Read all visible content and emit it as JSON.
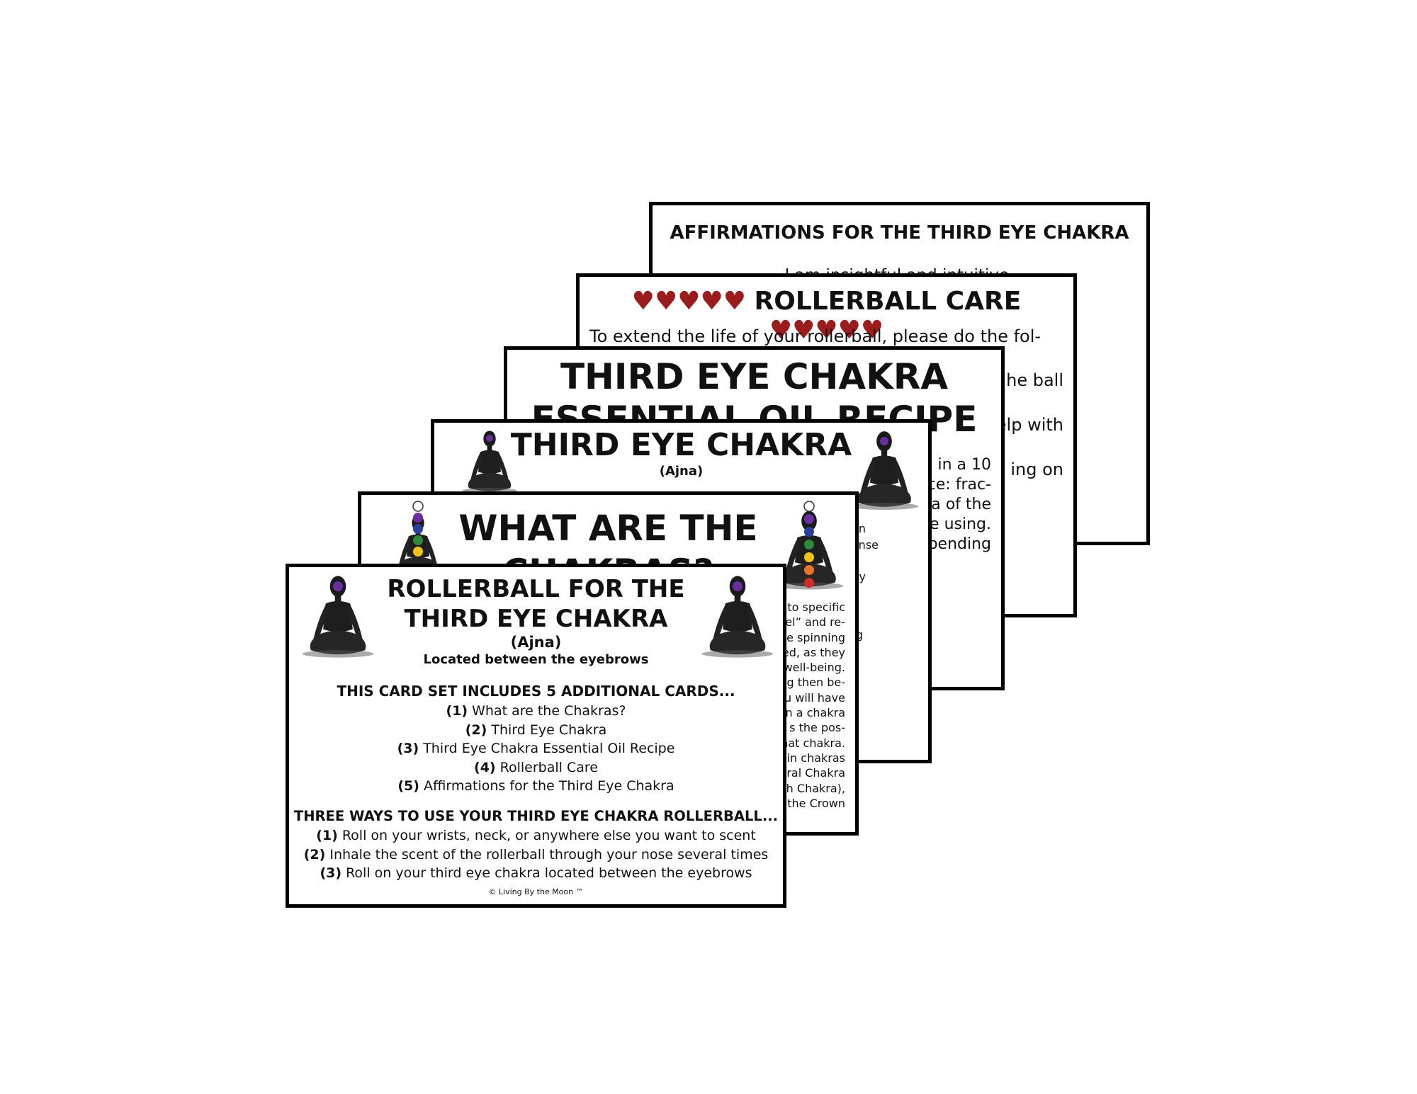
{
  "colors": {
    "heart": "#9b1c1c",
    "border": "#000000"
  },
  "card_affirmations": {
    "title": "AFFIRMATIONS FOR THE THIRD EYE CHAKRA",
    "first_line": "I am insightful and intuitive."
  },
  "card_rollerball_care": {
    "hearts_left": "♥♥♥♥♥",
    "title": "ROLLERBALL CARE",
    "hearts_right": "♥♥♥♥♥",
    "line1": "To extend the life of your rollerball, please do the fol-",
    "frag1": "he  ball",
    "frag2": "elp with",
    "frag3": "ing  on"
  },
  "card_recipe": {
    "title1": "THIRD EYE CHAKRA",
    "title2": "ESSENTIAL OIL RECIPE",
    "frag1": "l in a 10",
    "frag2": "ce: frac-",
    "frag3": "a of the",
    "frag4": "e using.",
    "frag5": "pending"
  },
  "card_third_eye": {
    "title": "THIRD EYE CHAKRA",
    "subtitle": "(Ajna)",
    "frag1": "on",
    "frag2": "nse",
    "frag3": "ry",
    "frag4": "g"
  },
  "card_chakras": {
    "title1": "WHAT ARE THE",
    "title2": "CHAKRAS?",
    "lines": [
      "to specific",
      "el” and re-",
      "e spinning",
      "ed, as they",
      "well-being.",
      "g then be-",
      "u will have",
      "n a chakra",
      "s the pos-",
      "nat chakra.",
      "in chakras",
      "ral Chakra",
      "h Chakra),",
      "the Crown"
    ]
  },
  "card_front": {
    "title1": "ROLLERBALL FOR THE",
    "title2": "THIRD EYE CHAKRA",
    "subtitle": "(Ajna)",
    "location": "Located between the eyebrows",
    "includes_heading": "THIS CARD SET INCLUDES 5 ADDITIONAL CARDS...",
    "includes": [
      {
        "num": "(1)",
        "text": " What are the Chakras?"
      },
      {
        "num": "(2)",
        "text": " Third Eye Chakra"
      },
      {
        "num": "(3)",
        "text": " Third Eye Chakra Essential Oil Recipe"
      },
      {
        "num": "(4)",
        "text": " Rollerball Care"
      },
      {
        "num": "(5)",
        "text": " Affirmations for the Third Eye Chakra"
      }
    ],
    "ways_heading": "THREE WAYS TO USE YOUR THIRD EYE CHAKRA ROLLERBALL...",
    "ways": [
      {
        "num": "(1)",
        "text": " Roll on your wrists, neck, or anywhere else you want to scent"
      },
      {
        "num": "(2)",
        "text": " Inhale the scent of the rollerball through your nose several times"
      },
      {
        "num": "(3)",
        "text": " Roll on your third eye chakra located between the eyebrows"
      }
    ],
    "copyright": "© Living By the Moon ™"
  }
}
